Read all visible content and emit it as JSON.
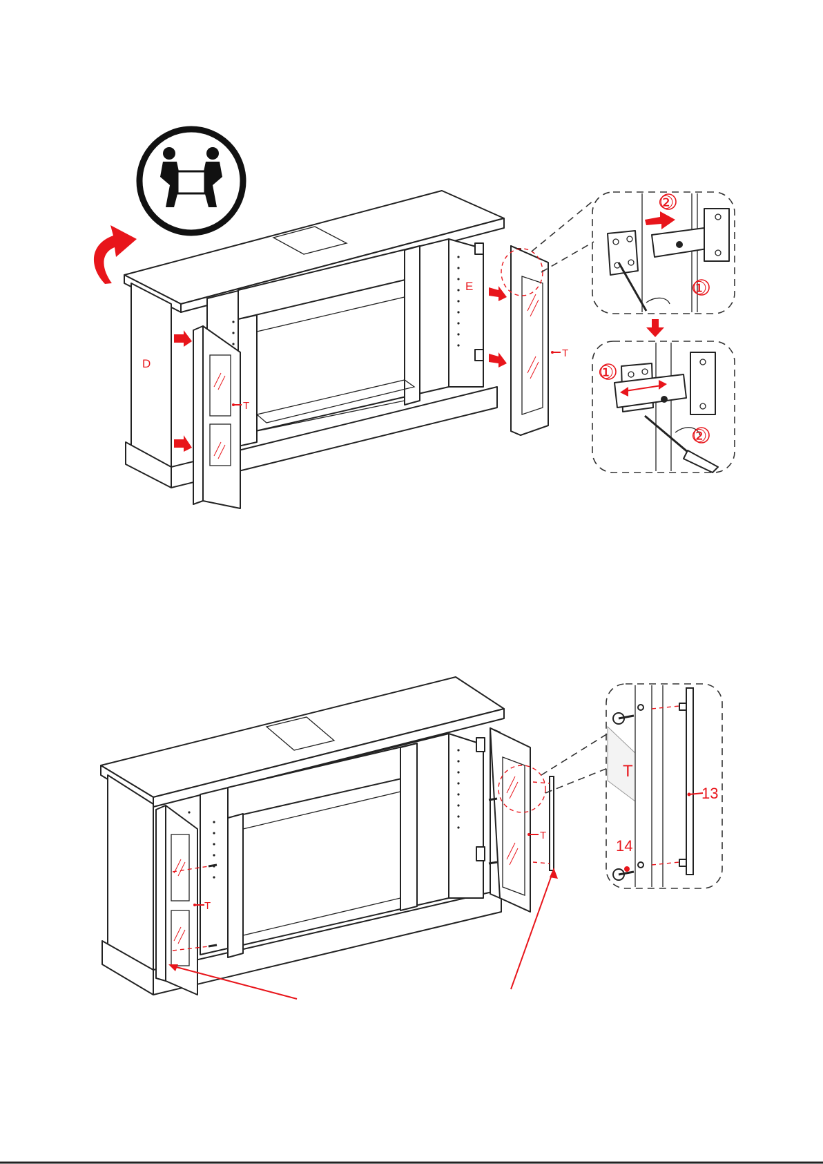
{
  "step1": {
    "part_labels": {
      "side_panel": "D",
      "right_side": "E",
      "left_door": "T",
      "right_door": "T"
    },
    "detail_steps": {
      "top_first": "①",
      "top_second": "②",
      "bottom_first": "①",
      "bottom_second": "②"
    }
  },
  "step2": {
    "part_labels": {
      "left_door": "T",
      "right_door": "T",
      "detail_door": "T",
      "handle": "13",
      "screw": "14"
    }
  },
  "colors": {
    "accent": "#e8151b",
    "line": "#222222"
  }
}
